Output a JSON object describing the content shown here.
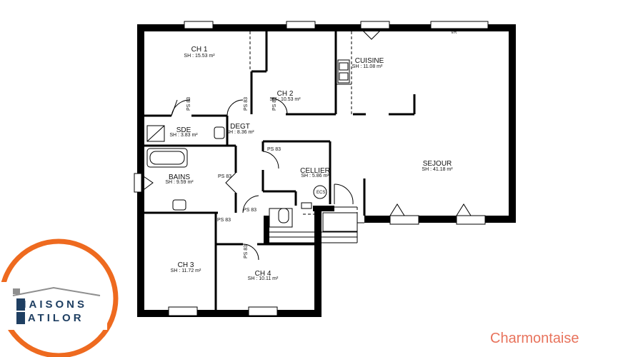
{
  "rooms": {
    "ch1": {
      "name": "CH 1",
      "area": "SH : 15.53 m²"
    },
    "ch2": {
      "name": "CH 2",
      "area": "SH : 10.53 m²"
    },
    "cuisine": {
      "name": "CUISINE",
      "area": "SH : 11.08 m²"
    },
    "sde": {
      "name": "SDE",
      "area": "SH : 3.83 m²"
    },
    "degt": {
      "name": "DEGT",
      "area": "SH : 8.36 m²"
    },
    "bains": {
      "name": "BAINS",
      "area": "SH : 9.59 m²"
    },
    "cellier": {
      "name": "CELLIER",
      "area": "SH : 5.86 m²"
    },
    "sejour": {
      "name": "SEJOUR",
      "area": "SH : 41.18 m²"
    },
    "ch3": {
      "name": "CH 3",
      "area": "SH : 11.72 m²"
    },
    "ch4": {
      "name": "CH 4",
      "area": "SH : 10.11 m²"
    }
  },
  "marks": {
    "ps83": "PS 83",
    "vr": "VR",
    "ecs": "ECS"
  },
  "logo": {
    "line1": "MAISONS",
    "line2": "BATILOR"
  },
  "model_name": "Charmontaise",
  "colors": {
    "logo_orange": "#ee6a1f",
    "logo_navy": "#1f3f62",
    "model_name": "#e8735c",
    "wall": "#000000"
  }
}
